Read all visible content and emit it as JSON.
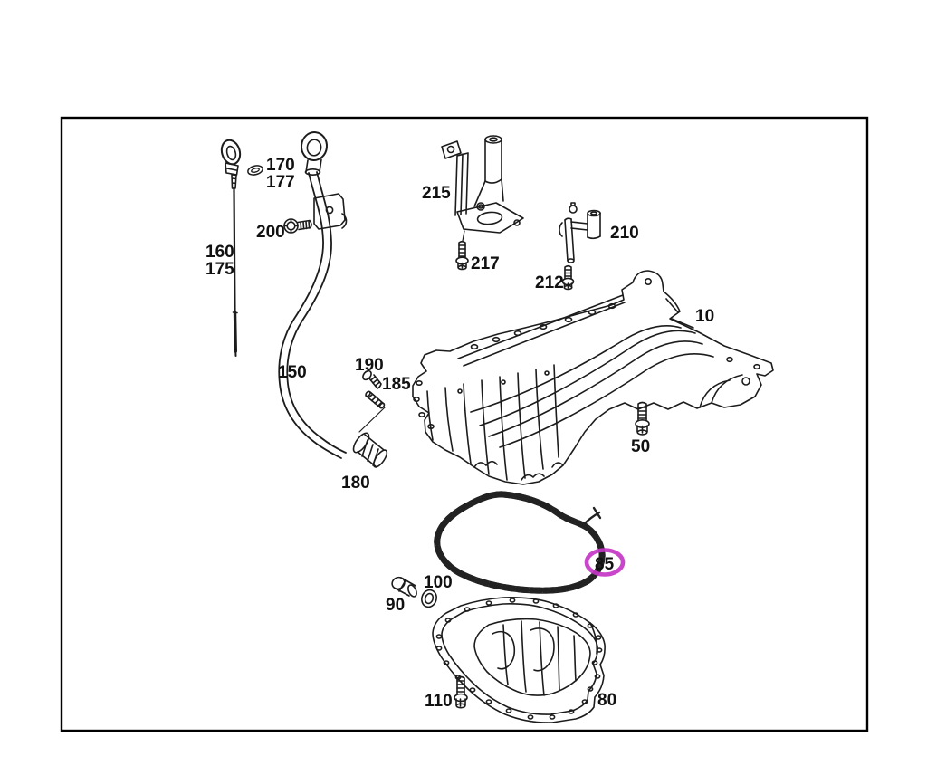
{
  "diagram": {
    "highlighted_callout": "85",
    "colors": {
      "line": "#1c1c1c",
      "border": "#000000",
      "background": "#ffffff",
      "highlight": "#c435c4"
    },
    "callouts": {
      "c10": "10",
      "c50": "50",
      "c80": "80",
      "c85": "85",
      "c90": "90",
      "c100": "100",
      "c110": "110",
      "c150": "150",
      "c160": "160",
      "c170": "170",
      "c175": "175",
      "c177": "177",
      "c180": "180",
      "c185": "185",
      "c190": "190",
      "c200": "200",
      "c210": "210",
      "c212": "212",
      "c215": "215",
      "c217": "217"
    }
  }
}
